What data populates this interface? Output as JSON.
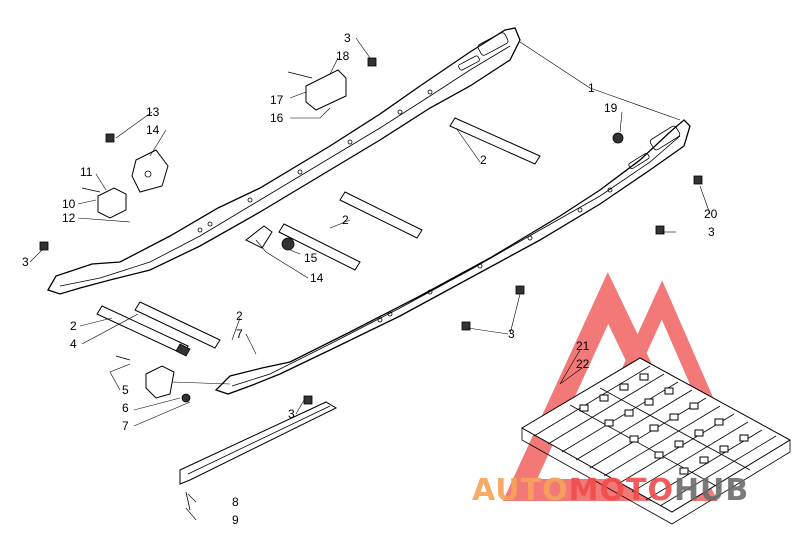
{
  "callouts": {
    "c1": "1",
    "c2a": "2",
    "c2b": "2",
    "c2c": "2",
    "c2d": "2",
    "c3a": "3",
    "c3b": "3",
    "c3c": "3",
    "c3d": "3",
    "c3e": "3",
    "c4": "4",
    "c5": "5",
    "c6": "6",
    "c7a": "7",
    "c7b": "7",
    "c8": "8",
    "c9": "9",
    "c10": "10",
    "c11": "11",
    "c12": "12",
    "c13": "13",
    "c14a": "14",
    "c14b": "14",
    "c15": "15",
    "c16": "16",
    "c17": "17",
    "c18": "18",
    "c19": "19",
    "c20": "20",
    "c21": "21",
    "c22": "22"
  },
  "watermark": {
    "part1": "AUTO",
    "part2": "MOTO",
    "part3": "HUB",
    "color_orange": "#f5a25a",
    "color_red": "#ef4b4b",
    "color_gray": "#6b6b6b"
  }
}
